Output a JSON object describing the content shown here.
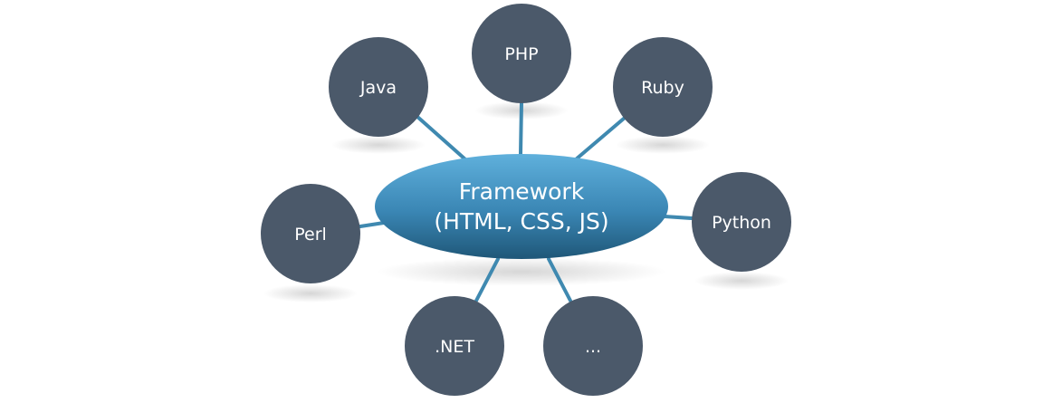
{
  "center": {
    "line1": "Framework",
    "line2": "(HTML, CSS, JS)"
  },
  "nodes": [
    {
      "id": "java",
      "label": "Java"
    },
    {
      "id": "php",
      "label": "PHP"
    },
    {
      "id": "ruby",
      "label": "Ruby"
    },
    {
      "id": "python",
      "label": "Python"
    },
    {
      "id": "perl",
      "label": "Perl"
    },
    {
      "id": "dotnet",
      "label": ".NET"
    },
    {
      "id": "more",
      "label": "..."
    }
  ],
  "colors": {
    "node_fill": "#4b596a",
    "connector": "#3f89b0",
    "center_top": "#5aa8d4",
    "center_bottom": "#215f82"
  }
}
